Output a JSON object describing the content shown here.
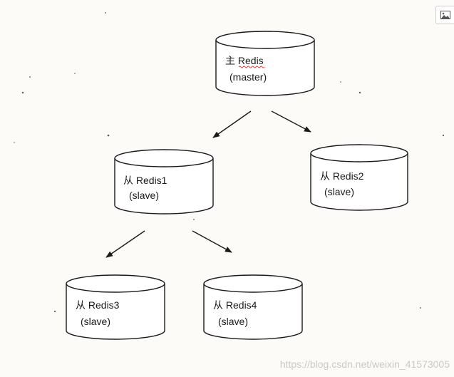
{
  "nodes": {
    "master": {
      "line1": "主 Redis",
      "line2": "(master)"
    },
    "redis1": {
      "line1": "从 Redis1",
      "line2": "(slave)"
    },
    "redis2": {
      "line1": "从 Redis2",
      "line2": "(slave)"
    },
    "redis3": {
      "line1": "从 Redis3",
      "line2": "(slave)"
    },
    "redis4": {
      "line1": "从 Redis4",
      "line2": "(slave)"
    }
  },
  "edges": [
    {
      "from": "master",
      "to": "redis1"
    },
    {
      "from": "master",
      "to": "redis2"
    },
    {
      "from": "redis1",
      "to": "redis3"
    },
    {
      "from": "redis1",
      "to": "redis4"
    }
  ],
  "watermark": "https://blog.csdn.net/weixin_41573005",
  "corner_icon": "image-icon",
  "colors": {
    "stroke": "#1a1a1a",
    "spellcheck_underline": "#e03030",
    "watermark": "#c9c9c9"
  }
}
